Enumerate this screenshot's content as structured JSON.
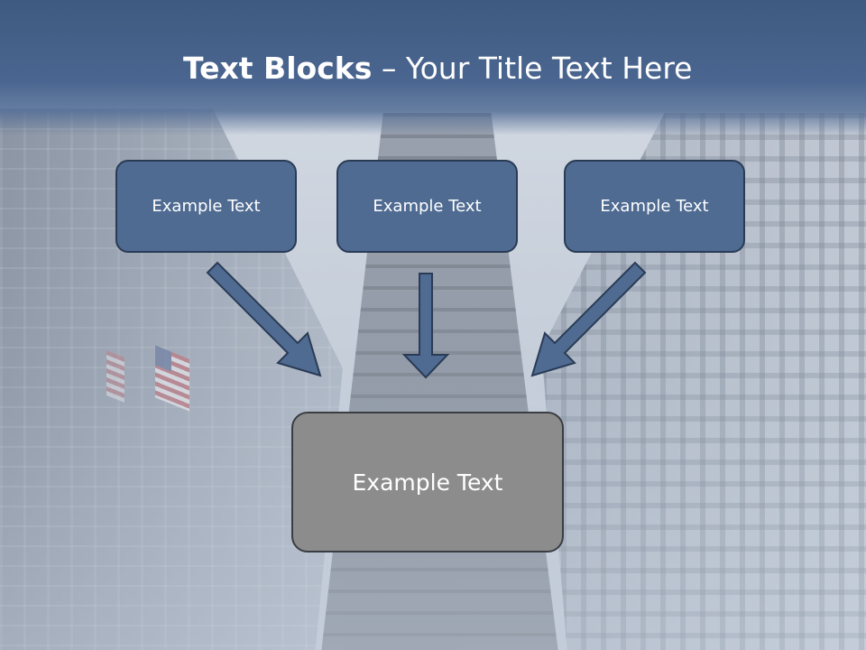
{
  "title": {
    "bold": "Text Blocks",
    "rest": " – Your Title Text Here"
  },
  "blocks": [
    {
      "label": "Example Text"
    },
    {
      "label": "Example Text"
    },
    {
      "label": "Example Text"
    }
  ],
  "main_block": {
    "label": "Example Text"
  },
  "colors": {
    "title_band": "#4a6690",
    "block_fill": "#4f6b92",
    "block_border": "#2a3b55",
    "main_block_fill": "#8c8c8c",
    "arrow_fill": "#4f6b92"
  }
}
